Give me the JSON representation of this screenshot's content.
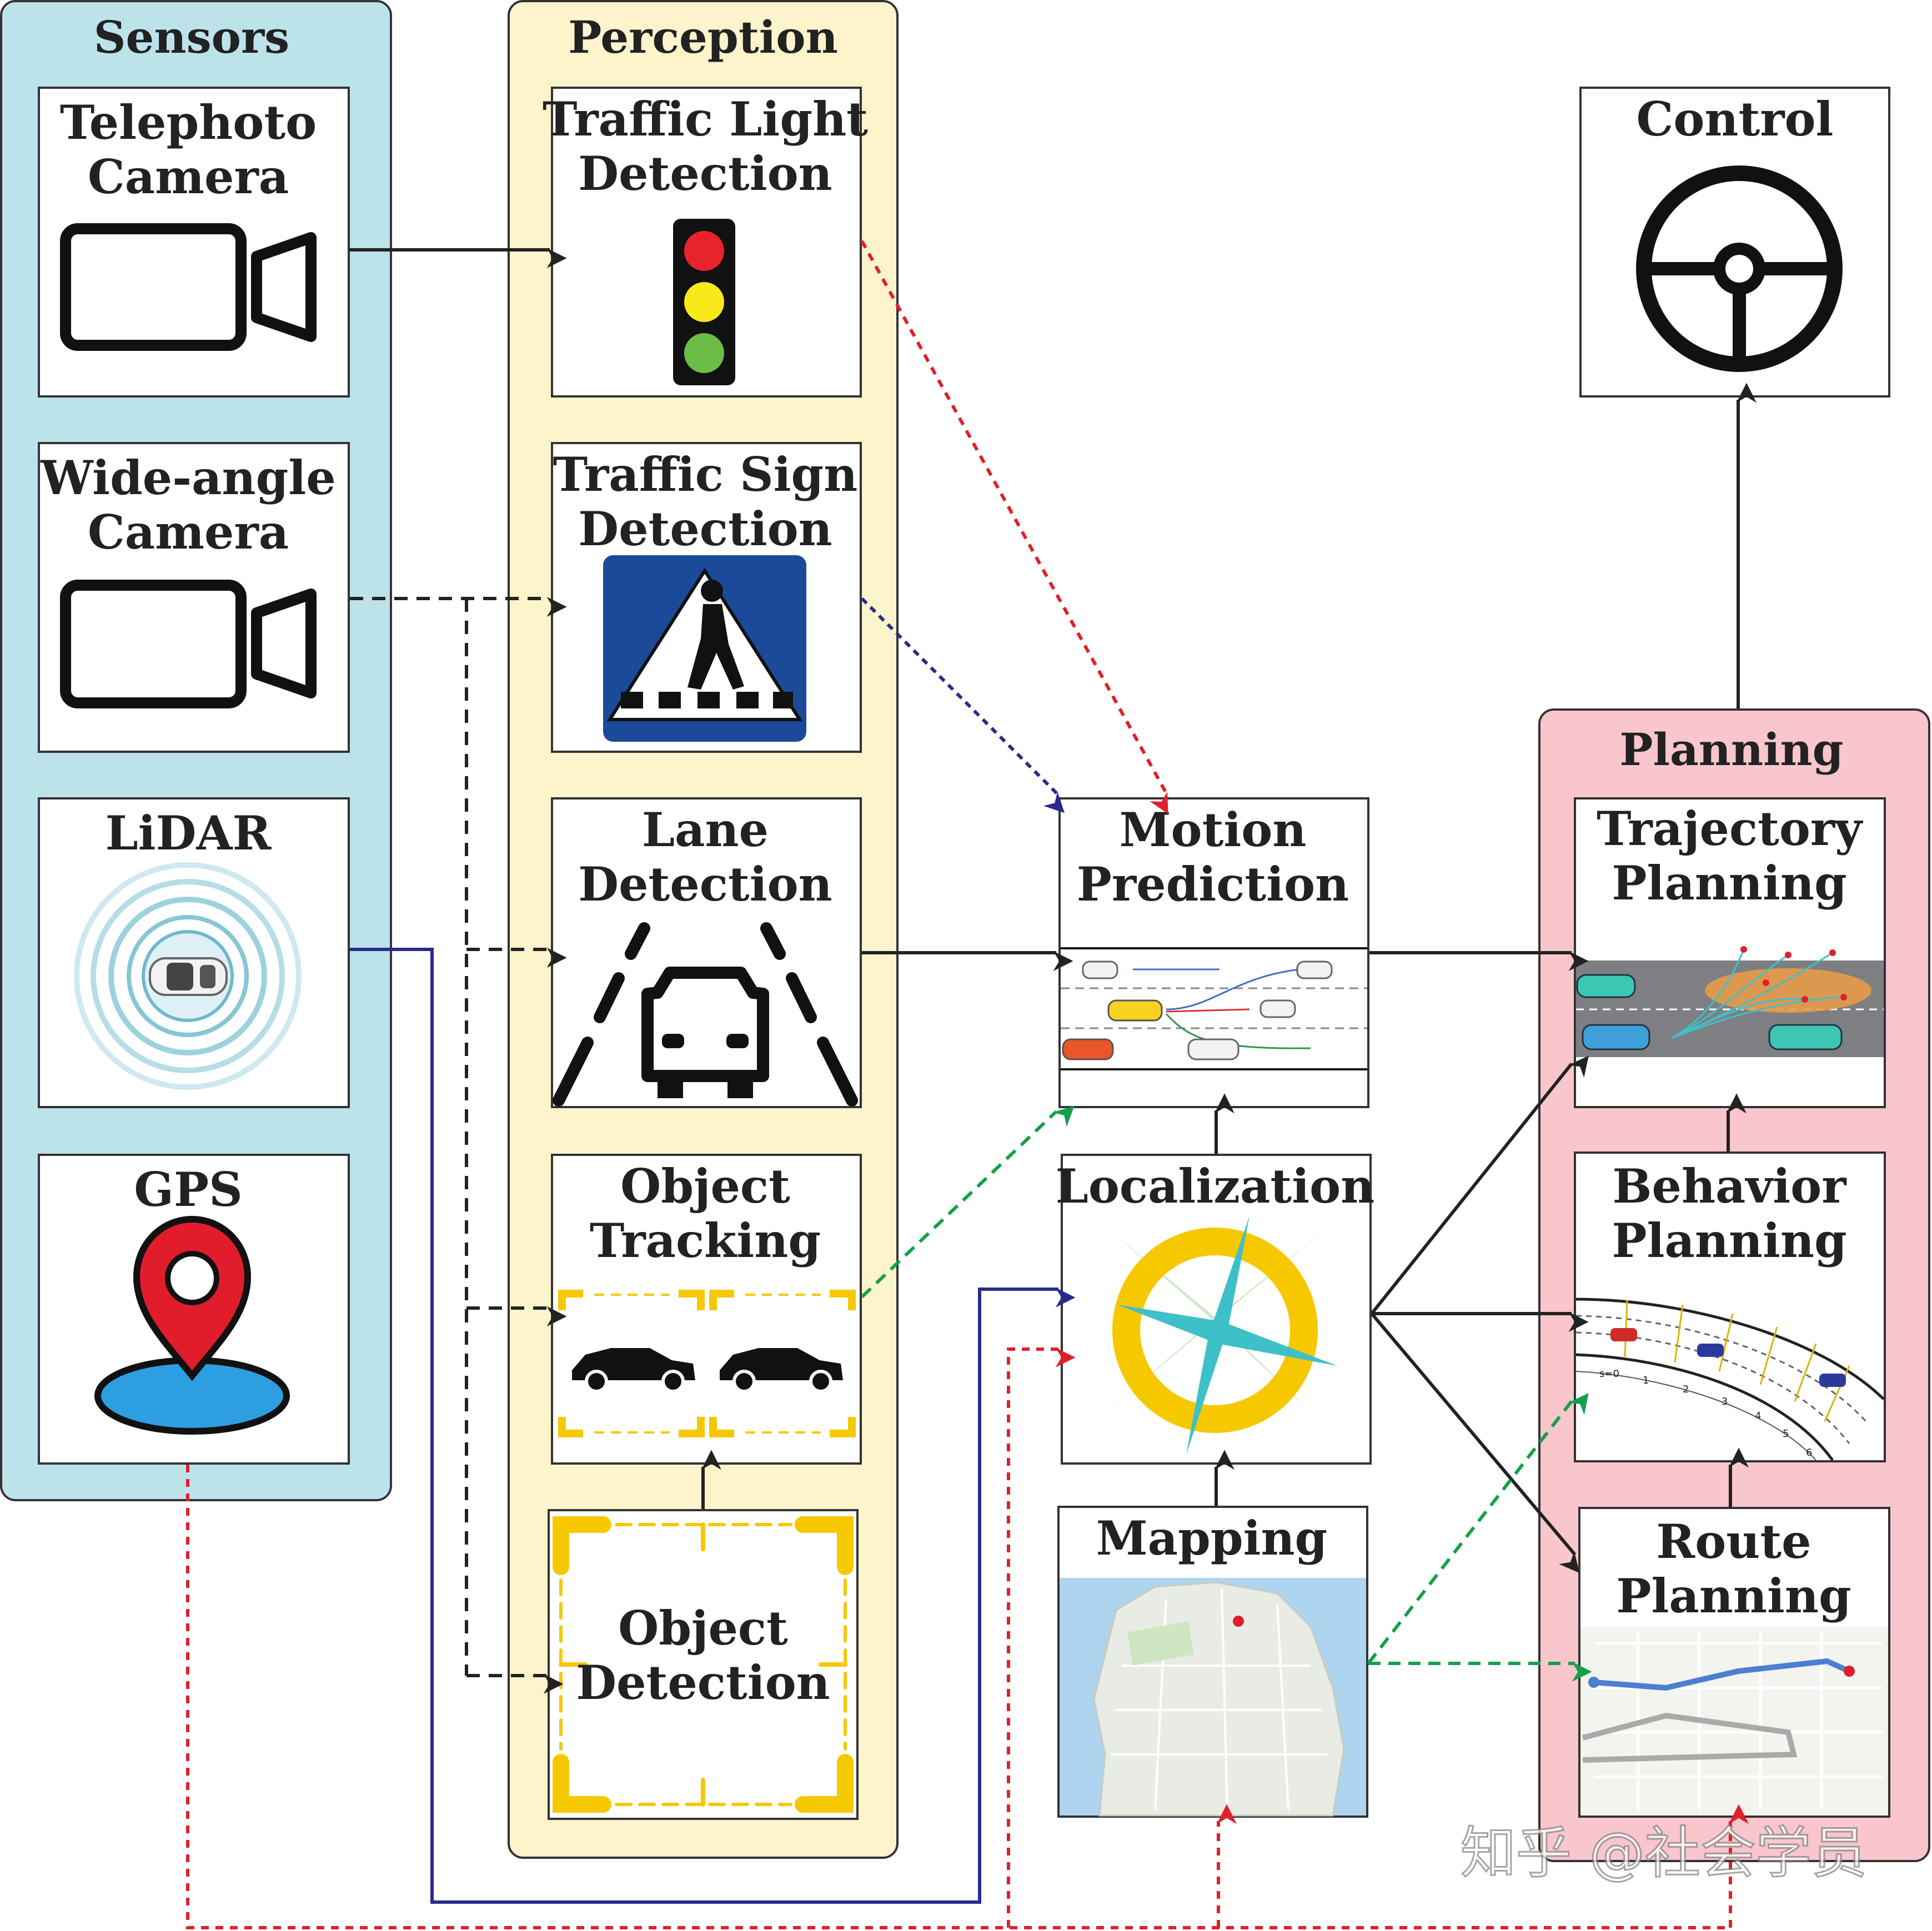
{
  "groups": {
    "sensors": "Sensors",
    "perception": "Perception",
    "planning": "Planning"
  },
  "sensors": {
    "telephoto_line1": "Telephoto",
    "telephoto_line2": "Camera",
    "wide_line1": "Wide-angle",
    "wide_line2": "Camera",
    "lidar": "LiDAR",
    "gps": "GPS"
  },
  "perception": {
    "traffic_light_line1": "Traffic Light",
    "traffic_light_line2": "Detection",
    "traffic_sign_line1": "Traffic Sign",
    "traffic_sign_line2": "Detection",
    "lane_line1": "Lane",
    "lane_line2": "Detection",
    "tracking_line1": "Object",
    "tracking_line2": "Tracking",
    "detection_line1": "Object",
    "detection_line2": "Detection"
  },
  "middle": {
    "motion_line1": "Motion",
    "motion_line2": "Prediction",
    "localization": "Localization",
    "mapping": "Mapping"
  },
  "planning": {
    "trajectory_line1": "Trajectory",
    "trajectory_line2": "Planning",
    "behavior_line1": "Behavior",
    "behavior_line2": "Planning",
    "route_line1": "Route",
    "route_line2": "Planning"
  },
  "control": "Control",
  "behavior_scale": [
    "s=0",
    "1",
    "2",
    "3",
    "4",
    "5",
    "6"
  ],
  "watermark": "知乎 @社会学员",
  "colors": {
    "sensors_bg": "#bde3ea",
    "perception_bg": "#fdf4cc",
    "planning_bg": "#f8c6cc",
    "arrow_black": "#222222",
    "arrow_red": "#e0202a",
    "arrow_navy": "#2a2a8c",
    "arrow_green": "#14a04a",
    "accent_yellow": "#f6c800",
    "compass_teal": "#3ec0c9",
    "sign_blue": "#1c4a9a"
  }
}
